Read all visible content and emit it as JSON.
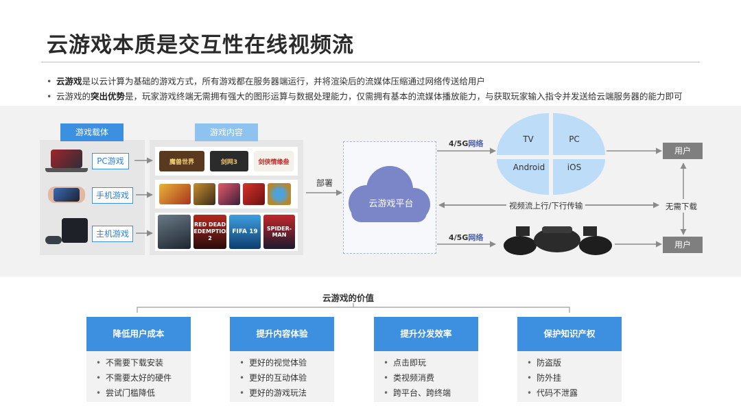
{
  "title": "云游戏本质是交互性在线视频流",
  "bullets": [
    {
      "bold": "云游戏",
      "text": "是以云计算为基础的游戏方式，所有游戏都在服务器端运行，并将渲染后的流媒体压缩通过网络传送给用户"
    },
    {
      "prefix": "云游戏的",
      "bold": "突出优势",
      "text": "是，玩家游戏终端无需拥有强大的图形运算与数据处理能力，仅需拥有基本的流媒体播放能力，与获取玩家输入指令并发送给云端服务器的能力即可"
    }
  ],
  "diagram": {
    "carrier_label": "游戏载体",
    "content_label": "游戏内容",
    "platforms": [
      "PC游戏",
      "手机游戏",
      "主机游戏"
    ],
    "pc_games": [
      "魔兽世界",
      "剑网3",
      "剑侠情缘叁"
    ],
    "console_games": [
      "RED DEAD REDEMPTION 2",
      "FIFA 19",
      "SPIDER-MAN"
    ],
    "deploy_label": "部署",
    "cloud_label": "云游戏平台",
    "network_top": {
      "prefix": "4/5G",
      "suffix": "网络"
    },
    "network_bottom": {
      "prefix": "4/5G",
      "suffix": "网络"
    },
    "terminals": [
      "TV",
      "PC",
      "Android",
      "iOS"
    ],
    "stream_label": "视频流上行/下行传输",
    "user_label": "用户",
    "no_download_label": "无需下载"
  },
  "value": {
    "title": "云游戏的价值",
    "cards": [
      {
        "title": "降低用户成本",
        "items": [
          "不需要下载安装",
          "不需要太好的硬件",
          "尝试门槛降低"
        ]
      },
      {
        "title": "提升内容体验",
        "items": [
          "更好的视觉体验",
          "更好的互动体验",
          "更好的游戏玩法"
        ]
      },
      {
        "title": "提升分发效率",
        "items": [
          "点击即玩",
          "类视频消费",
          "跨平台、跨终端"
        ]
      },
      {
        "title": "保护知识产权",
        "items": [
          "防盗版",
          "防外挂",
          "代码不泄露"
        ]
      }
    ]
  },
  "colors": {
    "accent": "#3d8fe0",
    "accent_light": "#8ec3ef",
    "cloud": "#7b86c8",
    "terminal": "#bcdcf7",
    "user_box": "#7f7f7f"
  }
}
